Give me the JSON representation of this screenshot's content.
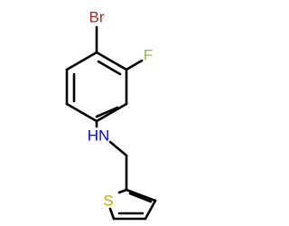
{
  "molecule": {
    "atoms": {
      "bromine": {
        "symbol": "Br",
        "color": "#a52a2a"
      },
      "fluorine": {
        "symbol": "F",
        "color": "#8fbc3f"
      },
      "amine": {
        "symbol": "HN",
        "color": "#0000ff"
      },
      "sulfur": {
        "symbol": "S",
        "color": "#c8a800"
      }
    },
    "bond_color": "#000000"
  }
}
